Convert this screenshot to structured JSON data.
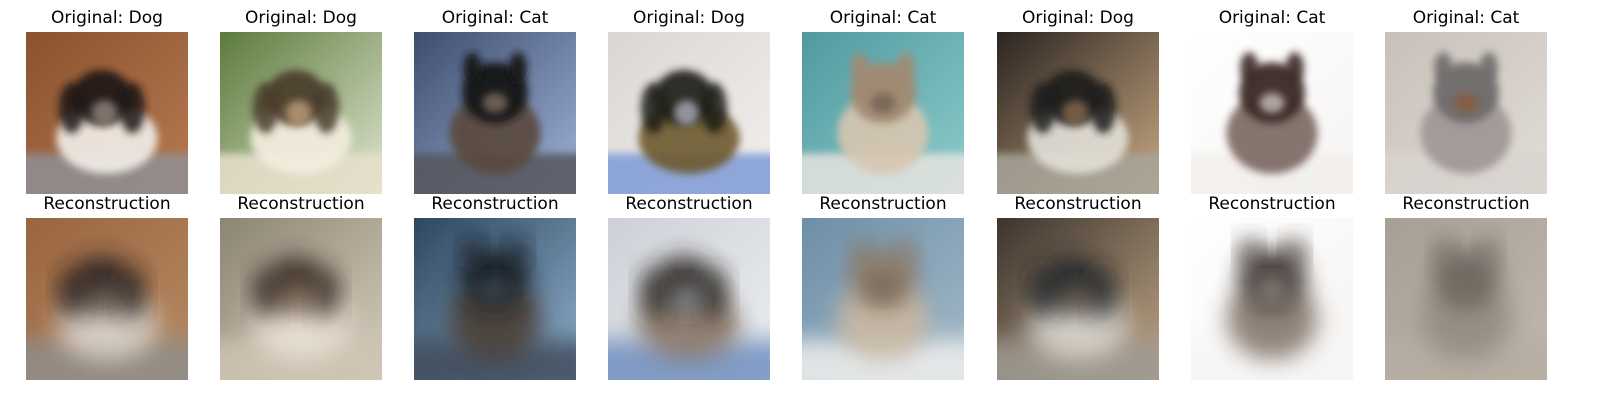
{
  "figure": {
    "panels": [
      {
        "original_label": "Original: Dog",
        "recon_label": "Reconstruction",
        "original": {
          "bg": [
            "#8a5230",
            "#b67a50"
          ],
          "subject": "dog",
          "fg": [
            "#1b1614",
            "#f2eee8",
            "#9a8a80"
          ],
          "floor": "#8f8f94"
        },
        "recon": {
          "bg": [
            "#9a6540",
            "#b58a63"
          ],
          "subject": "dog",
          "fg": [
            "#2b2320",
            "#d9d3ca",
            "#8d7c70"
          ],
          "floor": "#8f8e8c"
        }
      },
      {
        "original_label": "Original: Dog",
        "recon_label": "Reconstruction",
        "original": {
          "bg": [
            "#5b7a3c",
            "#dfe6cf"
          ],
          "subject": "dog",
          "fg": [
            "#4a3a2a",
            "#f4eee0",
            "#c7a27a"
          ],
          "floor": "#e8e0cc"
        },
        "recon": {
          "bg": [
            "#8d8574",
            "#d5cbbb"
          ],
          "subject": "dog",
          "fg": [
            "#3a2f27",
            "#e9e1d5",
            "#b39a80"
          ],
          "floor": "#cfc4b3"
        }
      },
      {
        "original_label": "Original: Cat",
        "recon_label": "Reconstruction",
        "original": {
          "bg": [
            "#3d4d6e",
            "#9fb3d8"
          ],
          "subject": "cat",
          "fg": [
            "#171414",
            "#5a4a3e",
            "#8a7a6a"
          ],
          "floor": "#55565c"
        },
        "recon": {
          "bg": [
            "#2e4660",
            "#8fb0cc"
          ],
          "subject": "cat",
          "fg": [
            "#171a20",
            "#4c4035",
            "#6a7f91"
          ],
          "floor": "#3f4c5c"
        }
      },
      {
        "original_label": "Original: Dog",
        "recon_label": "Reconstruction",
        "original": {
          "bg": [
            "#d9d6d3",
            "#f2f0ee"
          ],
          "subject": "dog",
          "fg": [
            "#1c1a14",
            "#6e5a2e",
            "#b5b8c6"
          ],
          "floor": "#7f9bd8"
        },
        "recon": {
          "bg": [
            "#cdd0d6",
            "#eceef2"
          ],
          "subject": "dog",
          "fg": [
            "#2a2622",
            "#8a7868",
            "#b7c1d3"
          ],
          "floor": "#6f8fbf"
        }
      },
      {
        "original_label": "Original: Cat",
        "recon_label": "Reconstruction",
        "original": {
          "bg": [
            "#4f9aa0",
            "#8ecbcb"
          ],
          "subject": "cat",
          "fg": [
            "#a28a72",
            "#d8c6b0",
            "#6a5a4e"
          ],
          "floor": "#e6e4e0"
        },
        "recon": {
          "bg": [
            "#6d8fa8",
            "#a3b9c8"
          ],
          "subject": "cat",
          "fg": [
            "#8c7864",
            "#cbb9a3",
            "#5d5550"
          ],
          "floor": "#f1f0ee"
        }
      },
      {
        "original_label": "Original: Dog",
        "recon_label": "Reconstruction",
        "original": {
          "bg": [
            "#2a2420",
            "#c9a882"
          ],
          "subject": "dog",
          "fg": [
            "#1a1a1f",
            "#e3e0d8",
            "#8b6c4c"
          ],
          "floor": "#a8a59a"
        },
        "recon": {
          "bg": [
            "#3c342e",
            "#bfa584"
          ],
          "subject": "dog",
          "fg": [
            "#24252a",
            "#d8d4cc",
            "#8a7058"
          ],
          "floor": "#9d9a92"
        }
      },
      {
        "original_label": "Original: Cat",
        "recon_label": "Reconstruction",
        "original": {
          "bg": [
            "#ffffff",
            "#f6f4f2"
          ],
          "subject": "cat",
          "fg": [
            "#3a2a28",
            "#7a6660",
            "#e0d6d0"
          ],
          "floor": "#f2efec"
        },
        "recon": {
          "bg": [
            "#ffffff",
            "#f5f3f1"
          ],
          "subject": "cat",
          "fg": [
            "#3e3530",
            "#86786e",
            "#e8e2dd"
          ],
          "floor": "#f7f6f5"
        }
      },
      {
        "original_label": "Original: Cat",
        "recon_label": "Reconstruction",
        "original": {
          "bg": [
            "#c8c0b8",
            "#e2ddd8"
          ],
          "subject": "cat",
          "fg": [
            "#6e6c6c",
            "#9e9694",
            "#8b5a36"
          ],
          "floor": "#d9d4cf"
        },
        "recon": {
          "bg": [
            "#a79f94",
            "#c2b9ad"
          ],
          "subject": "cat",
          "fg": [
            "#6e6861",
            "#958c82",
            "#7c7064"
          ],
          "floor": "#b6ada2"
        }
      }
    ]
  }
}
